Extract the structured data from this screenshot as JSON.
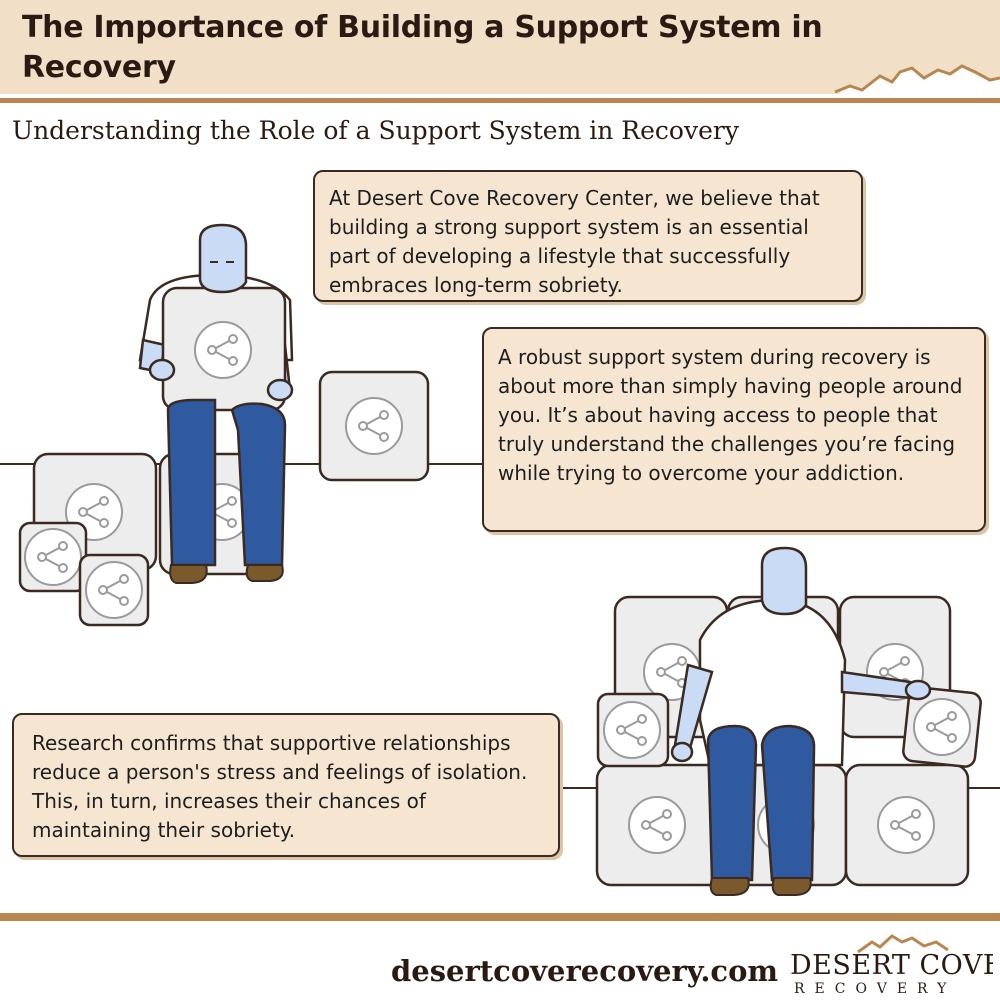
{
  "header": {
    "title": "The Importance of Building a Support System in Recovery"
  },
  "section": {
    "title": "Understanding the Role of a Support System in Recovery"
  },
  "paragraphs": [
    "At Desert Cove Recovery Center, we believe that building a strong support system is an essential part of developing a lifestyle that successfully embraces long-term sobriety.",
    "A robust support system during recovery is about more than simply having people around you. It’s about having access to people that truly understand the challenges you’re facing while trying to overcome your addiction.",
    "Research confirms that supportive relationships reduce a person's stress and feelings of isolation. This, in turn, increases their chances of maintaining their sobriety."
  ],
  "footer": {
    "url": "desertcoverecovery.com",
    "logo_name": "DESERT COVE",
    "logo_tagline": "RECOVERY"
  },
  "icons": {
    "block_icon": "share-icon",
    "mountain_decoration": "mountain-icon"
  },
  "colors": {
    "header_band": "#f1e0c7",
    "accent_line": "#b8874f",
    "text_box_bg": "#f6e6d1",
    "figure_skin": "#c9dbf5",
    "jeans": "#2f5aa0",
    "shoes": "#7a5a2c",
    "block_fill": "#ededed"
  }
}
